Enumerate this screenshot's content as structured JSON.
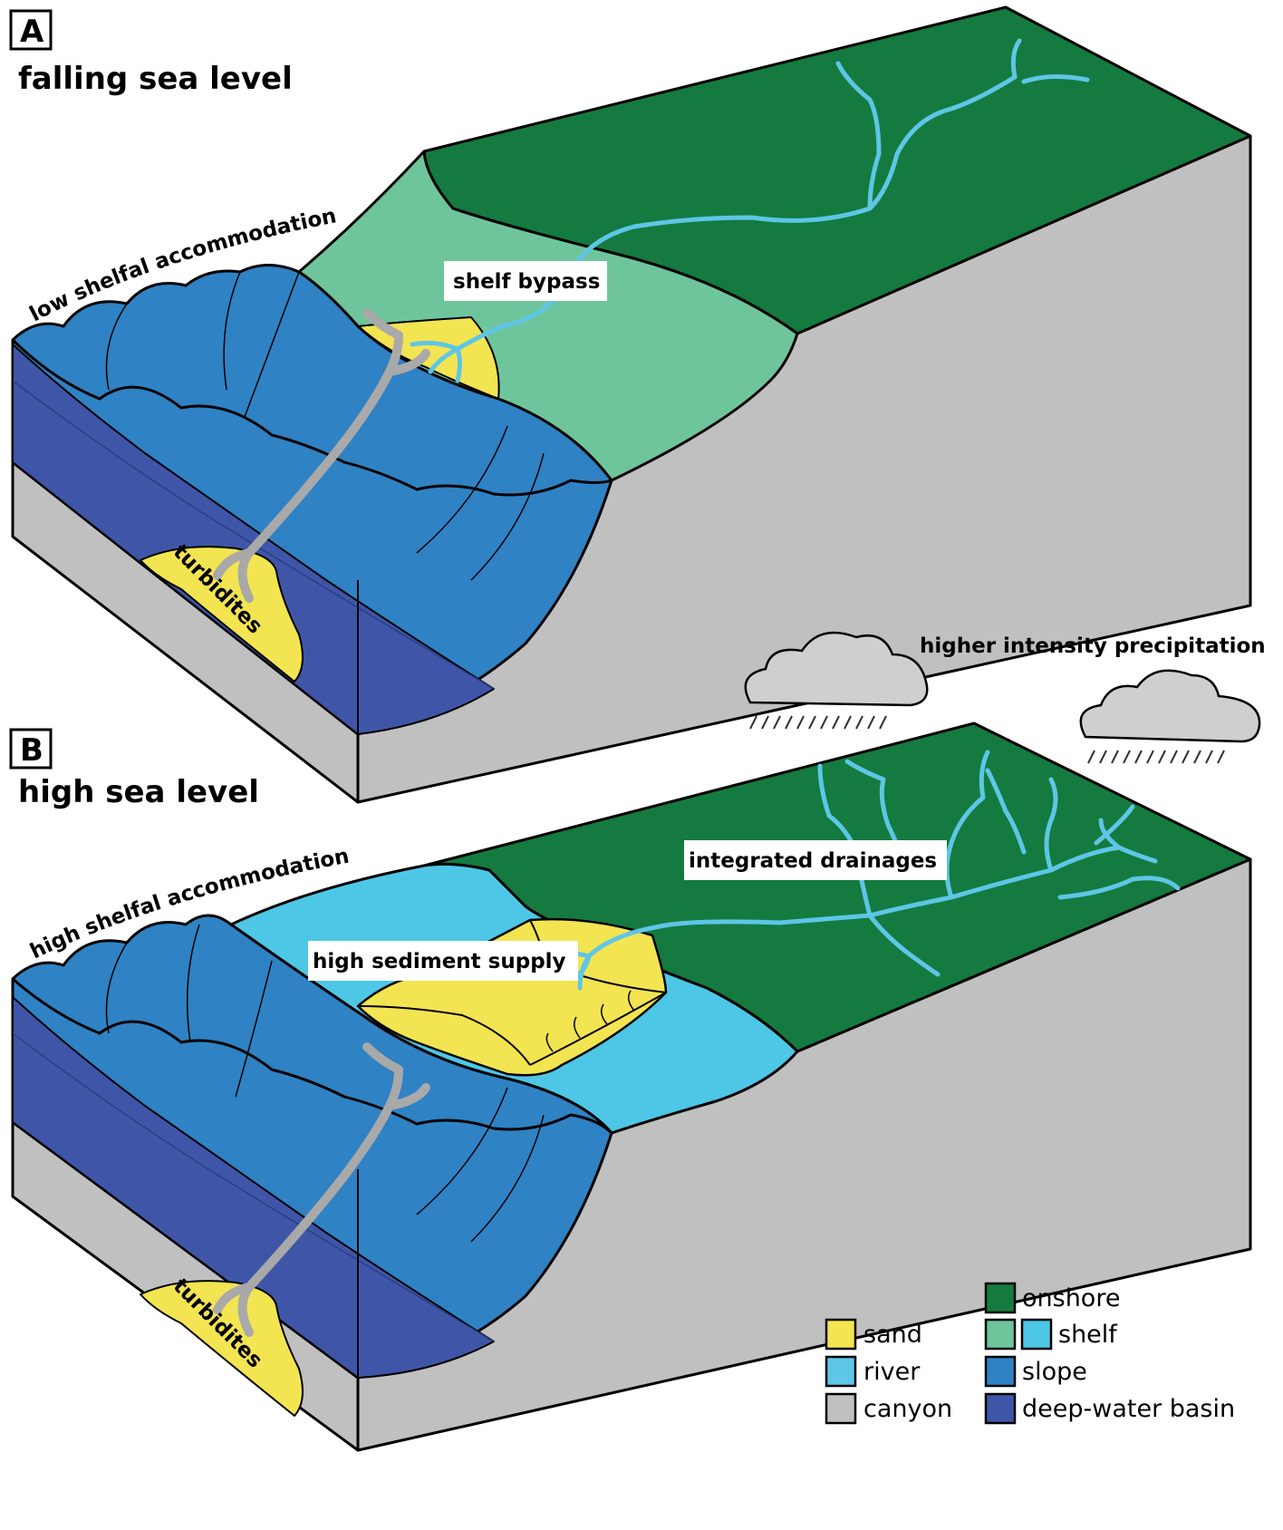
{
  "colors": {
    "onshore": "#157a3f",
    "shelf_falling": "#6fc59b",
    "shelf_high": "#4ec7e6",
    "slope": "#2f82c4",
    "deep_water_basin": "#3f56a8",
    "sand": "#f3e451",
    "river": "#5ec6e6",
    "canyon": "#c0c0c0",
    "cloud": "#cfcfcf"
  },
  "panel_a": {
    "letter": "A",
    "title": "falling sea level",
    "accommodation_label": "low shelfal accommodation",
    "bypass_label": "shelf bypass",
    "turbidites_label": "turbidites"
  },
  "panel_b": {
    "letter": "B",
    "title": "high sea level",
    "accommodation_label": "high shelfal accommodation",
    "sediment_label": "high sediment supply",
    "drainage_label": "integrated drainages",
    "precipitation_label": "higher intensity precipitation",
    "turbidites_label": "turbidites"
  },
  "legend": {
    "left": [
      {
        "key": "sand",
        "label": "sand"
      },
      {
        "key": "river",
        "label": "river"
      },
      {
        "key": "canyon",
        "label": "canyon"
      }
    ],
    "right": [
      {
        "key": "onshore",
        "label": "onshore"
      },
      {
        "key": "shelf",
        "label": "shelf"
      },
      {
        "key": "slope",
        "label": "slope"
      },
      {
        "key": "deep_water_basin",
        "label": "deep-water basin"
      }
    ]
  }
}
